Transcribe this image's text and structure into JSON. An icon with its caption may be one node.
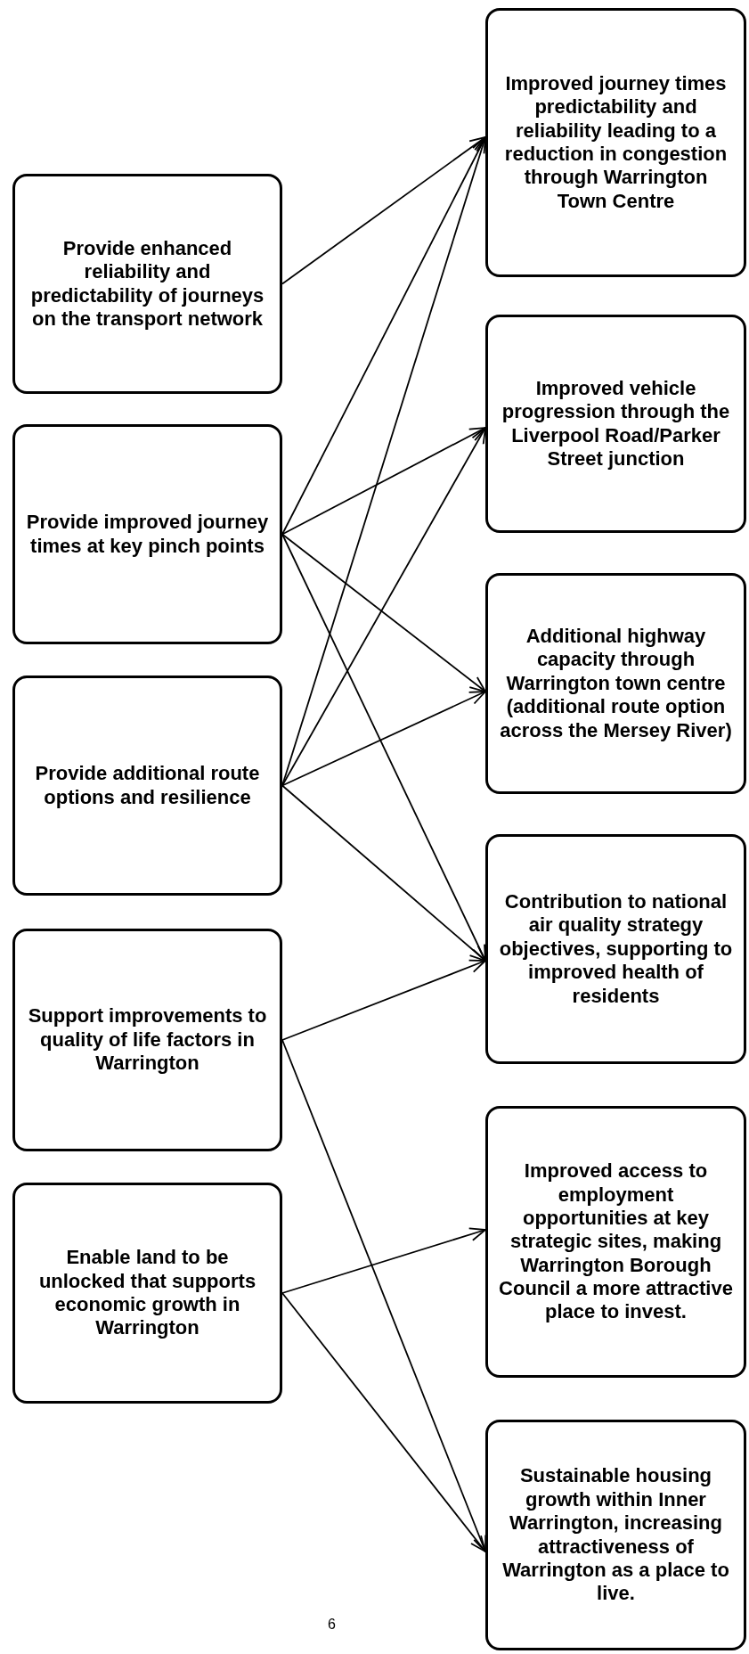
{
  "diagram": {
    "nodes": [
      {
        "text": [
          "Provide enhanced reliability and predictability of journeys on the transport network"
        ]
      },
      {
        "text": [
          "Provide improved journey times at key pinch points"
        ]
      },
      {
        "text": [
          "Provide additional route options and resilience"
        ]
      },
      {
        "text": [
          "Support improvements to quality of life factors in Warrington"
        ]
      },
      {
        "text": [
          "Enable land to be unlocked that supports economic growth in Warrington"
        ]
      },
      {
        "text": [
          "Improved journey times predictability and reliability leading to a reduction in congestion through Warrington Town Centre"
        ]
      },
      {
        "text": [
          "Improved vehicle progression through the Liverpool Road/Parker Street junction"
        ]
      },
      {
        "text": [
          "Additional highway capacity through Warrington town centre (additional route option across the Mersey River)"
        ]
      },
      {
        "text": [
          "Contribution to national air quality strategy objectives, supporting to improved health of residents"
        ]
      },
      {
        "text": [
          "Improved access to employment opportunities at key strategic sites, making Warrington Borough Council a more attractive place to invest."
        ]
      },
      {
        "text": [
          "Sustainable housing growth within Inner Warrington, increasing attractiveness of Warrington as a place to live."
        ]
      }
    ],
    "edges": [
      {
        "from": 0,
        "to": 5,
        "arrow": "to"
      },
      {
        "from": 1,
        "to": 5,
        "arrow": "to"
      },
      {
        "from": 1,
        "to": 6,
        "arrow": "to"
      },
      {
        "from": 1,
        "to": 7,
        "arrow": "to"
      },
      {
        "from": 1,
        "to": 8,
        "arrow": "to"
      },
      {
        "from": 2,
        "to": 5,
        "arrow": "to"
      },
      {
        "from": 2,
        "to": 6,
        "arrow": "to"
      },
      {
        "from": 2,
        "to": 7,
        "arrow": "to"
      },
      {
        "from": 2,
        "to": 8,
        "arrow": "to"
      },
      {
        "from": 3,
        "to": 8,
        "arrow": "to"
      },
      {
        "from": 3,
        "to": 10,
        "arrow": "to"
      },
      {
        "from": 4,
        "to": 9,
        "arrow": "to"
      },
      {
        "from": 4,
        "to": 10,
        "arrow": "to"
      }
    ],
    "labels": [
      "6"
    ]
  }
}
